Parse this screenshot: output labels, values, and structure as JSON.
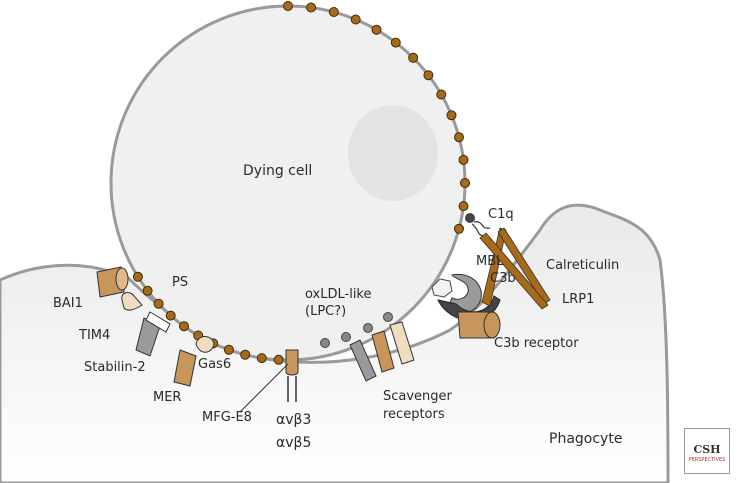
{
  "labels": {
    "dying_cell": "Dying cell",
    "phagocyte": "Phagocyte",
    "bai1": "BAI1",
    "ps": "PS",
    "tim4": "TIM4",
    "stabilin2": "Stabilin-2",
    "gas6": "Gas6",
    "mer": "MER",
    "mfge8": "MFG-E8",
    "av_b3": "αvβ3",
    "av_b5": "αvβ5",
    "oxldl": "oxLDL-like",
    "lpc": "(LPC?)",
    "scavenger1": "Scavenger",
    "scavenger2": "receptors",
    "c1q": "C1q",
    "mbl": "MBL",
    "c3b": "C3b",
    "calreticulin": "Calreticulin",
    "lrp1": "LRP1",
    "c3b_receptor": "C3b receptor"
  },
  "logo": {
    "text": "CSH",
    "sub": "PERSPECTIVES"
  },
  "colors": {
    "membrane": "#9a9a9a",
    "cell_fill": "#f0f0f0",
    "ps_bead": "#a86a18",
    "receptor_tan": "#c8955a",
    "receptor_light": "#f0dcc0",
    "receptor_gray": "#9a9a9a",
    "dark": "#4a4a4a"
  }
}
